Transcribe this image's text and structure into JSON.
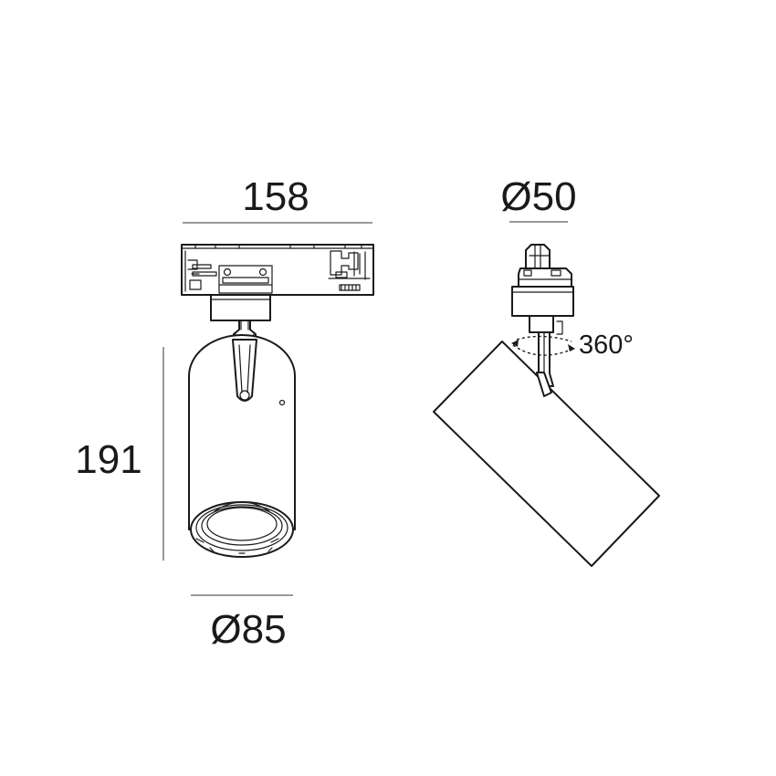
{
  "front_view": {
    "width_dimension": "158",
    "height_dimension": "191",
    "diameter_dimension": "Ø85"
  },
  "side_view": {
    "diameter_dimension": "Ø50",
    "rotation_label": "360°"
  },
  "colors": {
    "line": "#1a1a1a",
    "background": "#ffffff"
  }
}
